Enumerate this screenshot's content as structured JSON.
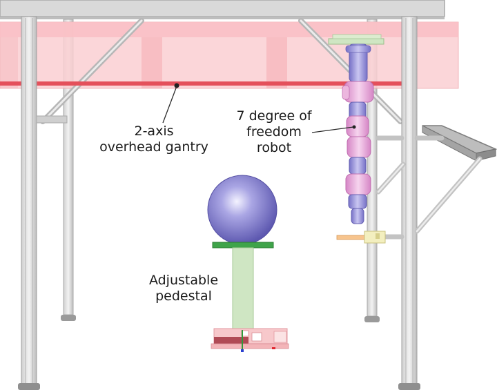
{
  "labels": {
    "gantry": {
      "line1": "2-axis",
      "line2": "overhead gantry"
    },
    "robot": {
      "line1": "7 degree of",
      "line2": "freedom",
      "line3": "robot"
    },
    "pedestal": {
      "line1": "Adjustable",
      "line2": "pedestal"
    }
  },
  "colors": {
    "frame": "#dcdcdc",
    "frame_edge": "#a9a9a9",
    "gantry_beam": "#f9c4c8",
    "gantry_rail": "#e8555f",
    "robot_link": "#9b96d8",
    "robot_joint": "#e6a6d6",
    "sphere": "#8f8ad4",
    "pedestal_column": "#cfe6c3",
    "pedestal_plate": "#3fa44a",
    "base": "#f3b4b8"
  },
  "icons": [
    "sphere-target-icon",
    "robot-arm-icon",
    "gantry-beam-icon",
    "conveyor-tray-icon"
  ]
}
